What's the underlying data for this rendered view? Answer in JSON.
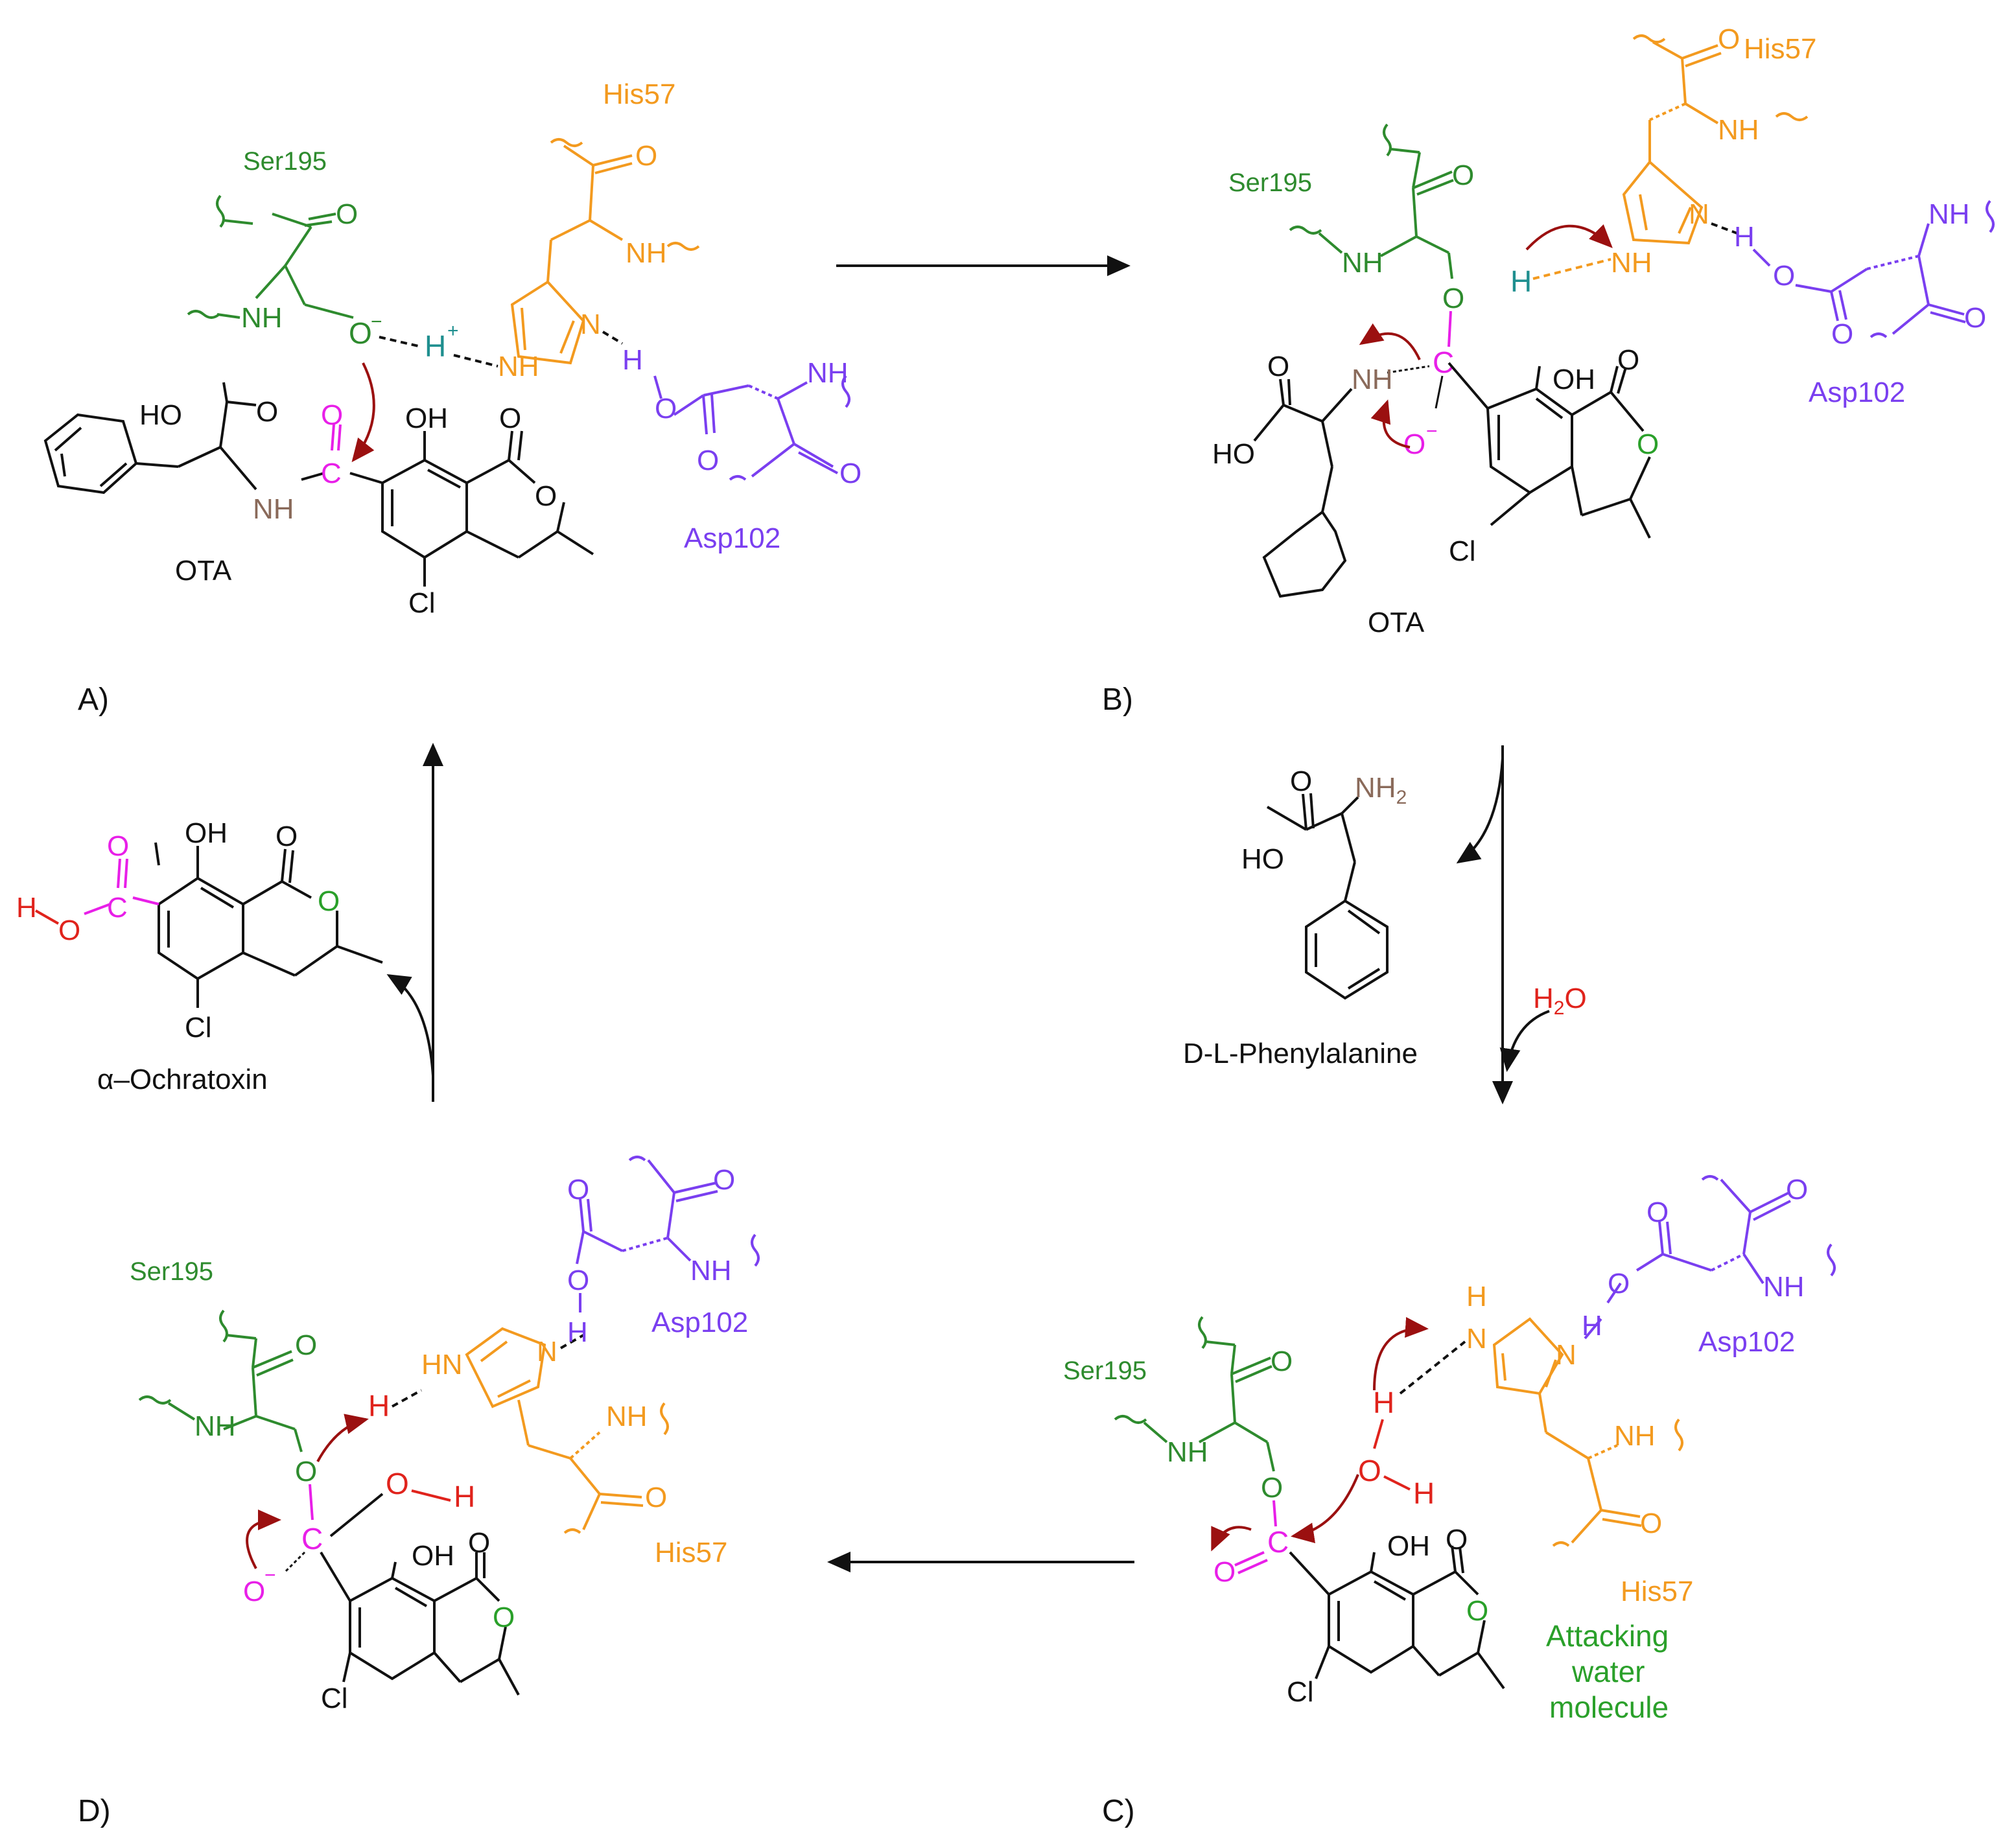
{
  "colors": {
    "ser195": "#2e8b2e",
    "his57": "#f39a1f",
    "asp102": "#7a3ff0",
    "carbonyl": "#e81fe8",
    "oxygen_water": "#e0231c",
    "amide_nh": "#8a6a5a",
    "curly_arrow": "#9b1010",
    "reaction_arrow": "#111111",
    "note": "#2aa02a"
  },
  "panels": {
    "A": {
      "label": "A)",
      "ser": "Ser195",
      "his": "His57",
      "asp": "Asp102",
      "substrate": "OTA",
      "atoms": {
        "o_minus": "O",
        "h_plus": "H",
        "nh_his": "NH",
        "n_his": "N",
        "h_asp": "H",
        "o_asp": "O",
        "nh_ser": "NH",
        "o_ser": "O",
        "nh_his_backbone": "NH",
        "o_his_backbone": "O",
        "nh_asp": "NH",
        "o_asp_c": "O",
        "o_asp_backbone": "O",
        "hooc": "HO",
        "hooc_o": "O",
        "c_carb": "C",
        "o_carb": "O",
        "nh_amide": "NH",
        "oh": "OH",
        "o_lac1": "O",
        "o_lac2": "O",
        "cl": "Cl"
      }
    },
    "B": {
      "label": "B)",
      "ser": "Ser195",
      "his": "His57",
      "asp": "Asp102",
      "substrate": "OTA",
      "atoms": {
        "o_ser_backbone": "O",
        "nh_ser": "NH",
        "o_ser": "O",
        "c_tet": "C",
        "o_minus": "O",
        "nh_amide": "NH",
        "cooh_o": "O",
        "hooc": "HO",
        "oh": "OH",
        "o_lac1": "O",
        "o_lac2": "O",
        "cl": "Cl",
        "h": "H",
        "nh_his": "NH",
        "n_his": "N",
        "h_asp": "H",
        "o_asp": "O",
        "o_asp_c": "O",
        "nh_asp": "NH",
        "o_asp_backbone": "O",
        "nh_his_backbone": "NH",
        "o_his_backbone": "O"
      }
    },
    "C": {
      "label": "C)",
      "ser": "Ser195",
      "his": "His57",
      "asp": "Asp102",
      "note_lines": [
        "Attacking",
        "water",
        "molecule"
      ],
      "atoms": {
        "o_ser_backbone": "O",
        "nh_ser": "NH",
        "o_ser": "O",
        "c_carb": "C",
        "o_carb": "O",
        "h_top": "H",
        "o_water": "O",
        "h_water": "H",
        "h_his_top": "H",
        "n_his_1": "N",
        "n_his_2": "N",
        "h_asp": "H",
        "o_asp": "O",
        "o_asp_c": "O",
        "nh_asp": "NH",
        "o_asp_backbone": "O",
        "nh_his_backbone": "NH",
        "o_his_backbone": "O",
        "oh": "OH",
        "o_lac1": "O",
        "o_lac2": "O",
        "cl": "Cl"
      }
    },
    "D": {
      "label": "D)",
      "ser": "Ser195",
      "his": "His57",
      "asp": "Asp102",
      "atoms": {
        "o_ser_backbone": "O",
        "nh_ser": "NH",
        "o_ser": "O",
        "c_tet": "C",
        "o_minus": "O",
        "o_h": "O",
        "h_oh": "H",
        "h_ser": "H",
        "hn_his": "HN",
        "n_his": "N",
        "h_asp": "H",
        "o_asp": "O",
        "o_asp_c": "O",
        "nh_asp": "NH",
        "o_asp_backbone": "O",
        "nh_his_backbone": "NH",
        "o_his_backbone": "O",
        "oh": "OH",
        "o_lac1": "O",
        "o_lac2": "O",
        "cl": "Cl"
      }
    }
  },
  "products": {
    "phe": {
      "name": "D-L-Phenylalanine",
      "o": "O",
      "nh2": "NH",
      "nh2_sub": "2",
      "ho": "HO"
    },
    "water": {
      "h": "H",
      "sub": "2",
      "o": "O"
    },
    "ochratoxin": {
      "name": "α–Ochratoxin",
      "h": "H",
      "o_acid": "O",
      "c": "C",
      "o_c": "O",
      "oh": "OH",
      "o_lac1": "O",
      "o_lac2": "O",
      "cl": "Cl"
    }
  }
}
